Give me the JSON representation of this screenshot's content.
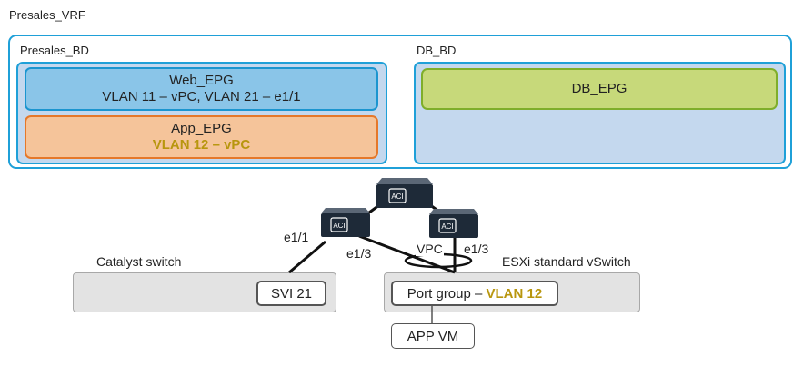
{
  "vrf": {
    "label": "Presales_VRF"
  },
  "bridge_domains": [
    {
      "label": "Presales_BD"
    },
    {
      "label": "DB_BD"
    }
  ],
  "epgs": {
    "web": {
      "name": "Web_EPG",
      "detail": "VLAN 11 – vPC, VLAN 21 – e1/1"
    },
    "app": {
      "name": "App_EPG",
      "detail": "VLAN 12 – vPC"
    },
    "db": {
      "name": "DB_EPG"
    }
  },
  "switch_icon_text": "ACI",
  "links": {
    "left_port": "e1/1",
    "left_mid_port": "e1/3",
    "vpc": "VPC",
    "right_port": "e1/3"
  },
  "catalyst": {
    "label": "Catalyst switch",
    "svi": "SVI 21"
  },
  "esxi": {
    "label": "ESXi standard vSwitch",
    "portgroup_prefix": "Port group – ",
    "portgroup_vlan": "VLAN 12"
  },
  "vm": {
    "label": "APP VM"
  },
  "colors": {
    "vrf_border": "#1fa0d8",
    "bd_fill": "#c4d8ee",
    "web_fill": "#8ac5e8",
    "app_fill": "#f5c49a",
    "app_border": "#e5782a",
    "db_fill": "#c7d97a",
    "db_border": "#7fae2b",
    "vlan_highlight": "#b8960e",
    "switch_body": "#1e2a38"
  }
}
